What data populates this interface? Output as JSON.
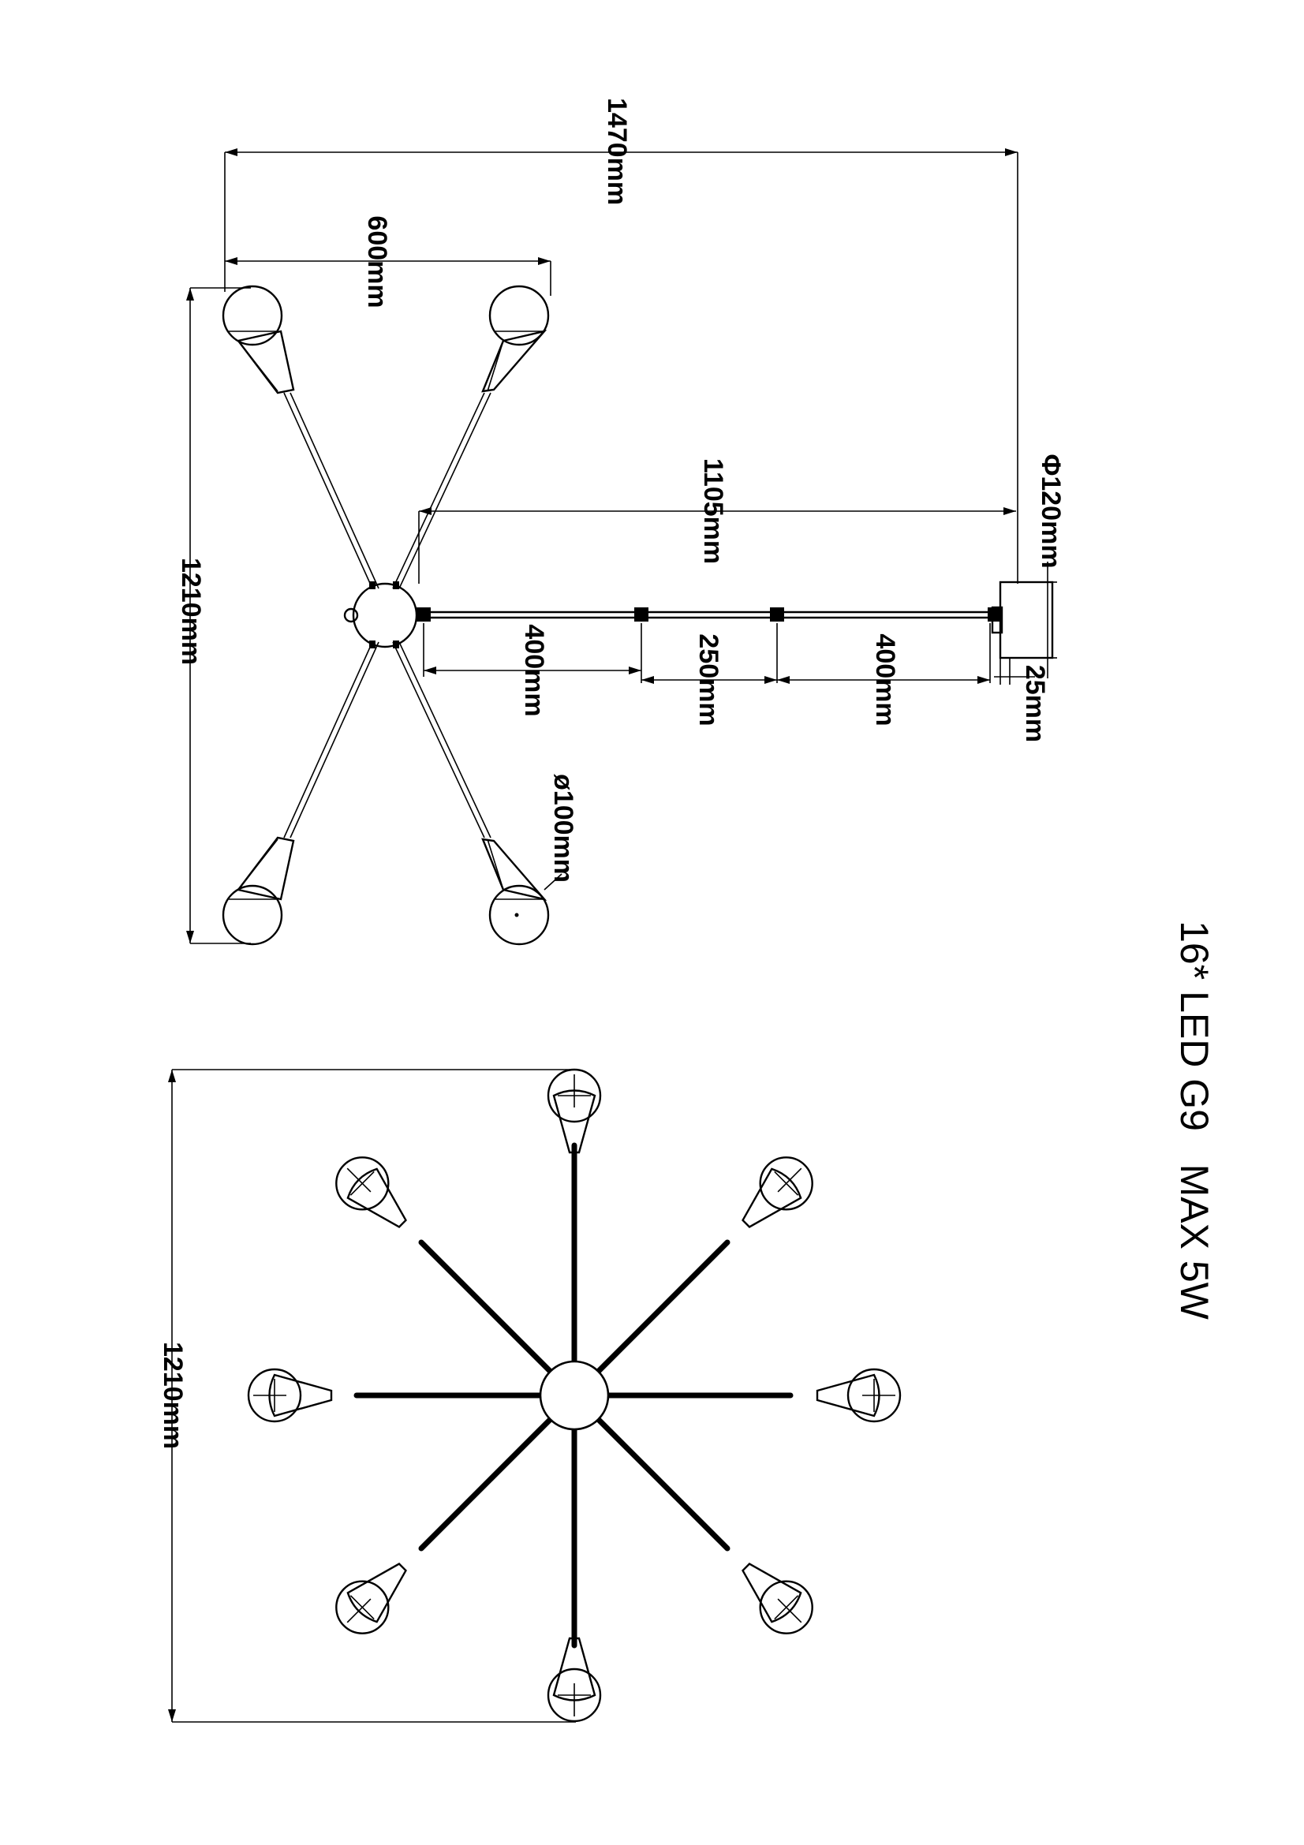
{
  "drawing": {
    "spec_text": "16* LED G9   MAX 5W",
    "dimensions": {
      "overall_length": "1470mm",
      "arm_span_600": "600mm",
      "height_1210": "1210mm",
      "rod_length": "1105mm",
      "canopy_diameter": "Φ120mm",
      "segment_400_a": "400mm",
      "segment_250": "250mm",
      "segment_400_b": "400mm",
      "canopy_depth": "25mm",
      "globe_diameter": "ø100mm",
      "top_view_span": "1210mm"
    }
  }
}
